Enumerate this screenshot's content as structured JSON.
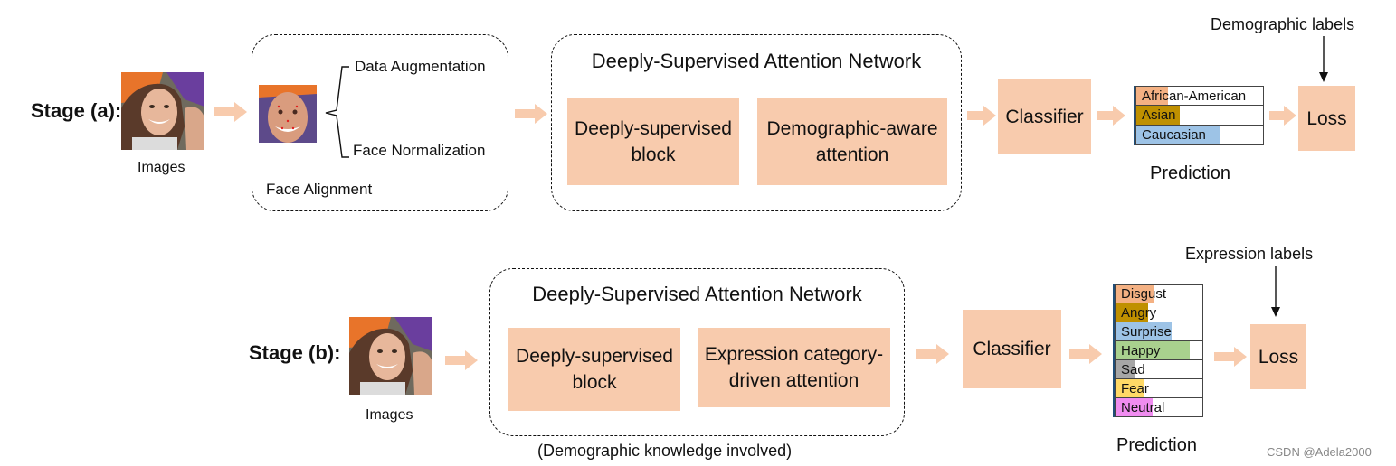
{
  "stage_a": {
    "label": "Stage (a):",
    "images_caption": "Images",
    "face_alignment": {
      "caption": "Face Alignment",
      "branch_top": "Data Augmentation",
      "branch_bottom": "Face Normalization"
    },
    "network": {
      "title": "Deeply-Supervised Attention Network",
      "block1": "Deeply-supervised block",
      "block2": "Demographic-aware attention"
    },
    "classifier": "Classifier",
    "prediction_caption": "Prediction",
    "prediction_rows": [
      {
        "label": "African-American",
        "value": 0.25,
        "color": "#f4b183"
      },
      {
        "label": "Asian",
        "value": 0.34,
        "color": "#bf9000"
      },
      {
        "label": "Caucasian",
        "value": 0.66,
        "color": "#9dc3e6"
      }
    ],
    "loss": "Loss",
    "labels_title": "Demographic labels"
  },
  "stage_b": {
    "label": "Stage (b):",
    "images_caption": "Images",
    "network": {
      "title": "Deeply-Supervised Attention Network",
      "block1": "Deeply-supervised block",
      "block2": "Expression category-driven attention",
      "note": "(Demographic knowledge involved)"
    },
    "classifier": "Classifier",
    "prediction_caption": "Prediction",
    "prediction_rows": [
      {
        "label": "Disgust",
        "value": 0.44,
        "color": "#f4b183"
      },
      {
        "label": "Angry",
        "value": 0.38,
        "color": "#bf9000"
      },
      {
        "label": "Surprise",
        "value": 0.65,
        "color": "#9dc3e6"
      },
      {
        "label": "Happy",
        "value": 0.85,
        "color": "#a9d18e"
      },
      {
        "label": "Sad",
        "value": 0.22,
        "color": "#a6a6a6"
      },
      {
        "label": "Fear",
        "value": 0.33,
        "color": "#ffd966"
      },
      {
        "label": "Neutral",
        "value": 0.43,
        "color": "#f08cf0"
      }
    ],
    "loss": "Loss",
    "labels_title": "Expression labels"
  },
  "colors": {
    "box_fill": "#f8cbad",
    "arrow_fill": "#f8cbad",
    "dashed_border": "#111111"
  },
  "watermark": "CSDN @Adela2000"
}
